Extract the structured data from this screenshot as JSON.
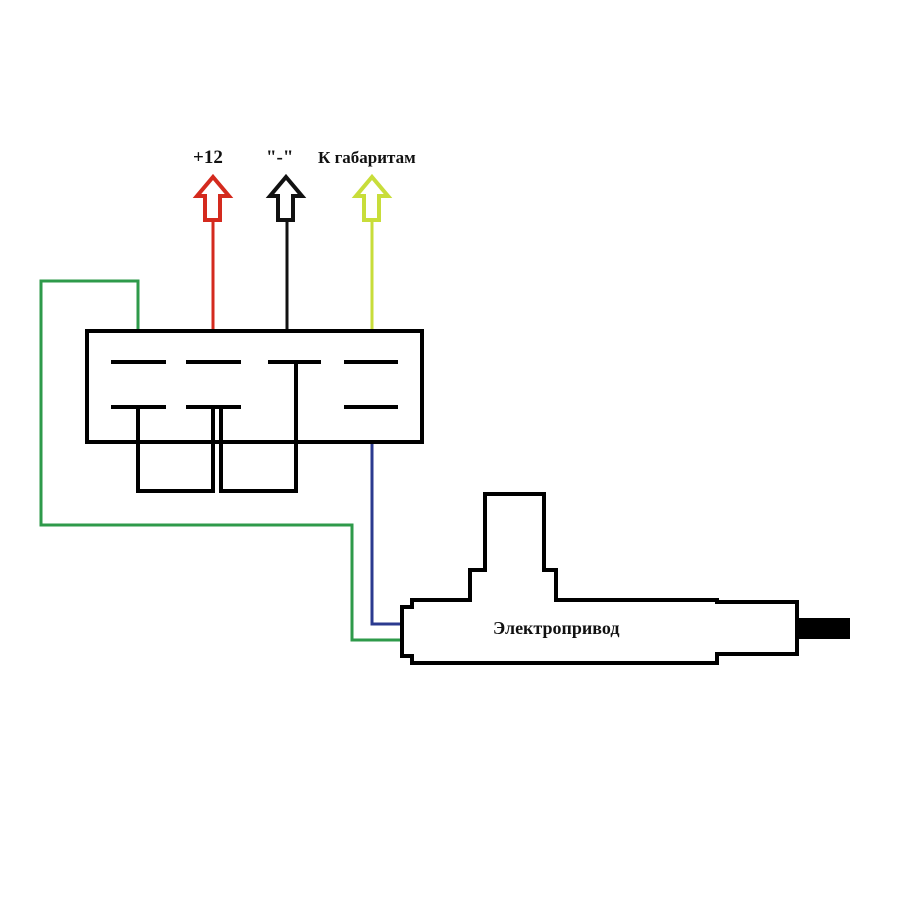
{
  "labels": {
    "plus12": "+12",
    "minus": "\"-\"",
    "to_marker_lights": "К габаритам",
    "actuator": "Электропривод"
  },
  "colors": {
    "outline": "#000000",
    "plus12_wire": "#d42a1e",
    "minus_wire": "#111111",
    "marker_wire": "#c8dd3a",
    "green_wire": "#2e9a4a",
    "blue_wire": "#2b3a8f"
  },
  "icons": {
    "arrow": "hollow-up-arrow-icon"
  }
}
